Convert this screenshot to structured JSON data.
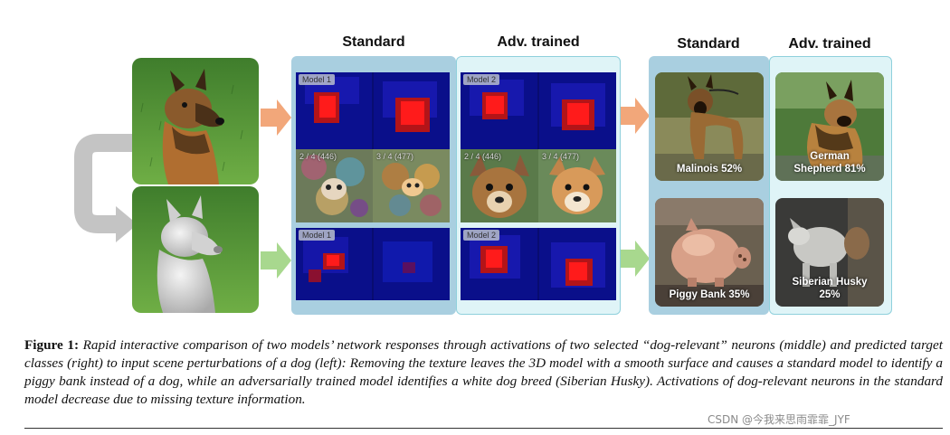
{
  "headers": {
    "activations_standard": "Standard",
    "activations_adv": "Adv. trained",
    "predictions_standard": "Standard",
    "predictions_adv": "Adv. trained"
  },
  "activation_tags": {
    "std_top": "Model 1",
    "adv_top": "Model 2",
    "std_bottom": "Model 1",
    "adv_bottom": "Model 2"
  },
  "feature_tags": {
    "std_left": "2 / 4 (446)",
    "std_right": "3 / 4 (477)",
    "adv_left": "2 / 4 (446)",
    "adv_right": "3 / 4 (477)"
  },
  "predictions": {
    "std_top": "Malinois 52%",
    "adv_top_line1": "German",
    "adv_top_line2": "Shepherd 81%",
    "std_bottom": "Piggy Bank 35%",
    "adv_bottom_line1": "Siberian Husky",
    "adv_bottom_line2": "25%"
  },
  "caption": {
    "label": "Figure 1:",
    "text": "Rapid interactive comparison of two models’ network responses through activations of two selected “dog-relevant” neurons (middle) and predicted target classes (right) to input scene perturbations of a dog (left): Removing the texture leaves the 3D model with a smooth surface and causes a standard model to identify a piggy bank instead of a dog, while an adversarially trained model identifies a white dog breed (Siberian Husky). Activations of dog-relevant neurons in the standard model decrease due to missing texture information."
  },
  "watermark": "CSDN @今我来思雨霏霏_JYF",
  "colors": {
    "standard_panel": "#a9cfe0",
    "adv_panel": "#dff4f7",
    "arrow_top": "#f2a77a",
    "arrow_bottom": "#a8d88e",
    "loop_arrow": "#c4c4c4"
  }
}
